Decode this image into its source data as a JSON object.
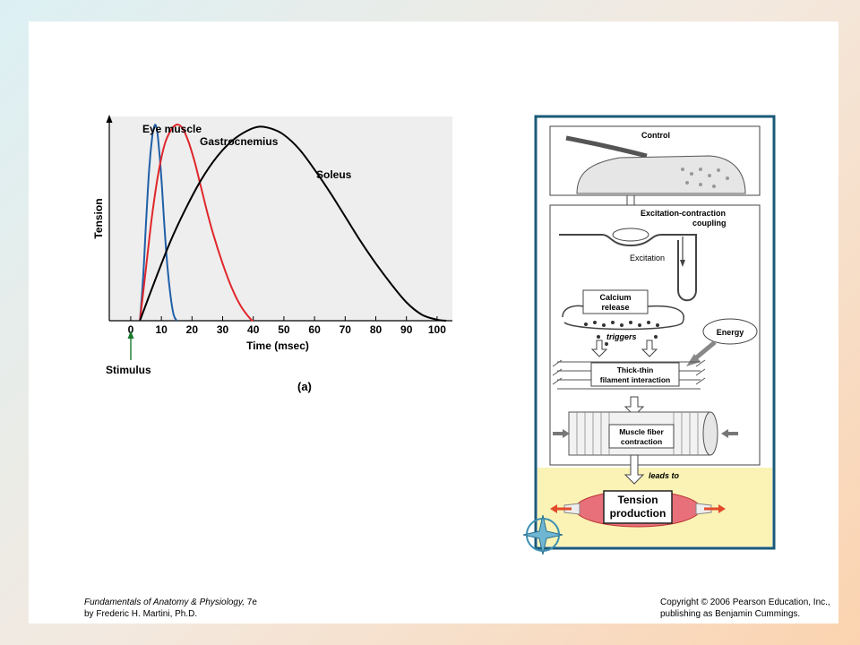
{
  "chart_data": {
    "type": "line",
    "title": "(a)",
    "xlabel": "Time (msec)",
    "ylabel": "Tension",
    "xlim": [
      -7,
      105
    ],
    "ylim": [
      0,
      1
    ],
    "xticks": [
      "0",
      "10",
      "20",
      "30",
      "40",
      "50",
      "60",
      "70",
      "80",
      "90",
      "100"
    ],
    "annotation": "Stimulus",
    "grid": false,
    "series": [
      {
        "name": "Eye muscle",
        "color": "#1f5fa8",
        "x": [
          3,
          4,
          5,
          6,
          7,
          7.5,
          8,
          8.5,
          9,
          10,
          11,
          12,
          13,
          14,
          15
        ],
        "y": [
          0,
          0.2,
          0.48,
          0.74,
          0.9,
          0.94,
          0.96,
          0.94,
          0.88,
          0.7,
          0.46,
          0.26,
          0.12,
          0.03,
          0
        ]
      },
      {
        "name": "Gastrocnemius",
        "color": "#e0262a",
        "x": [
          3,
          5,
          7,
          9,
          11,
          13,
          15,
          17,
          19,
          21,
          23,
          25,
          27,
          30,
          33,
          36,
          39,
          40
        ],
        "y": [
          0,
          0.26,
          0.52,
          0.72,
          0.86,
          0.93,
          0.96,
          0.94,
          0.87,
          0.77,
          0.65,
          0.53,
          0.42,
          0.28,
          0.16,
          0.07,
          0.01,
          0
        ]
      },
      {
        "name": "Soleus",
        "color": "#000000",
        "x": [
          3,
          8,
          13,
          18,
          23,
          28,
          33,
          38,
          42,
          46,
          50,
          55,
          60,
          65,
          70,
          75,
          80,
          85,
          90,
          95,
          100,
          103
        ],
        "y": [
          0,
          0.2,
          0.39,
          0.55,
          0.69,
          0.8,
          0.88,
          0.93,
          0.95,
          0.94,
          0.91,
          0.84,
          0.74,
          0.63,
          0.51,
          0.39,
          0.28,
          0.18,
          0.09,
          0.03,
          0.005,
          0
        ]
      }
    ]
  },
  "flowchart": {
    "control": "Control",
    "excitation_coupling_line1": "Excitation-contraction",
    "excitation_coupling_line2": "coupling",
    "excitation": "Excitation",
    "calcium_line1": "Calcium",
    "calcium_line2": "release",
    "triggers": "triggers",
    "energy": "Energy",
    "filament_line1": "Thick-thin",
    "filament_line2": "filament interaction",
    "fiber_line1": "Muscle fiber",
    "fiber_line2": "contraction",
    "leads_to": "leads to",
    "tension_line1": "Tension",
    "tension_line2": "production"
  },
  "footer": {
    "book_title": "Fundamentals of Anatomy & Physiology,",
    "edition": " 7e",
    "author": "by Frederic H. Martini, Ph.D.",
    "copyright_line1": "Copyright © 2006 Pearson Education, Inc.,",
    "copyright_line2": "publishing as Benjamin Cummings."
  }
}
